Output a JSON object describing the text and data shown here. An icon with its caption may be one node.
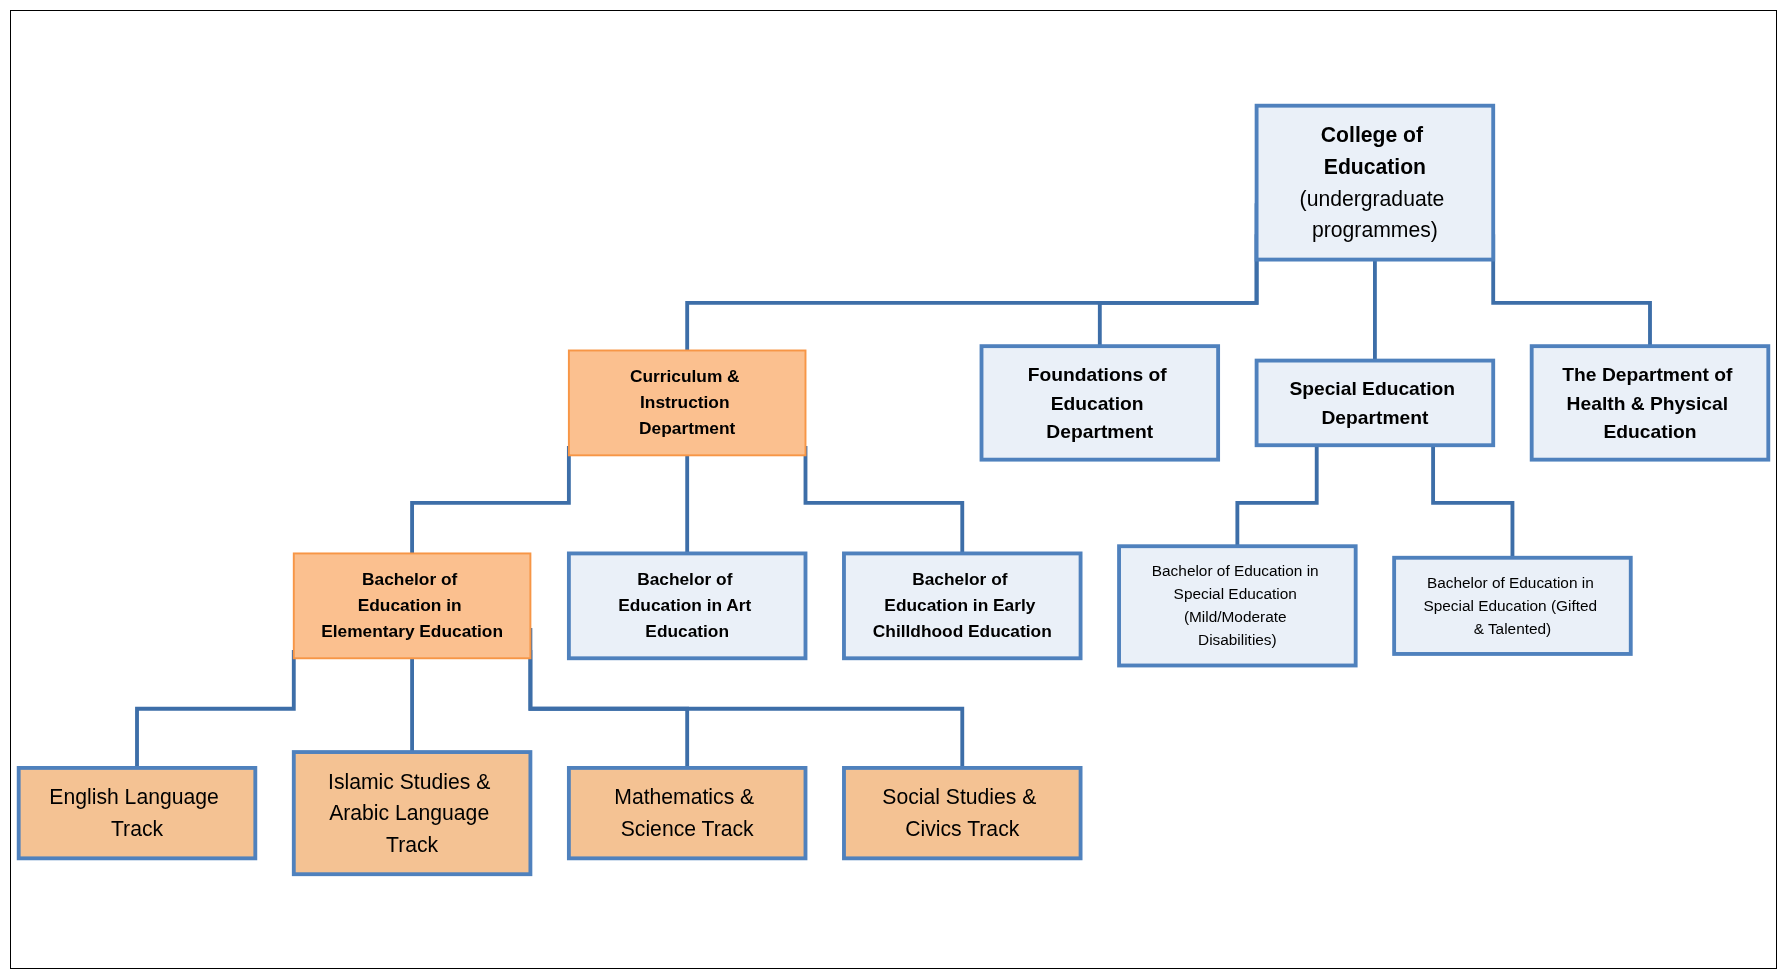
{
  "diagram": {
    "nodes": [
      {
        "text": [
          "College of Education",
          "(undergraduate programmes)"
        ]
      },
      {
        "text": [
          "Curriculum & Instruction Department"
        ]
      },
      {
        "text": [
          "Foundations of Education Department"
        ]
      },
      {
        "text": [
          "Special Education Department"
        ]
      },
      {
        "text": [
          "The Department of Health & Physical Education"
        ]
      },
      {
        "text": [
          "Bachelor of Education in Elementary Education"
        ]
      },
      {
        "text": [
          "Bachelor of Education in Art Education"
        ]
      },
      {
        "text": [
          "Bachelor of Education in Early Chilldhood Education"
        ]
      },
      {
        "text": [
          "Bachelor of Education in Special Education (Mild/Moderate Disabilities)"
        ]
      },
      {
        "text": [
          "Bachelor of Education in Special Education (Gifted & Talented)"
        ]
      },
      {
        "text": [
          "English Language Track"
        ]
      },
      {
        "text": [
          "Islamic Studies & Arabic Language Track"
        ]
      },
      {
        "text": [
          "Mathematics & Science Track"
        ]
      },
      {
        "text": [
          "Social Studies & Civics Track"
        ]
      }
    ],
    "edges": [
      {
        "from": 0,
        "to": 1,
        "arrow": "none"
      },
      {
        "from": 0,
        "to": 2,
        "arrow": "none"
      },
      {
        "from": 0,
        "to": 3,
        "arrow": "none"
      },
      {
        "from": 0,
        "to": 4,
        "arrow": "none"
      },
      {
        "from": 1,
        "to": 5,
        "arrow": "none"
      },
      {
        "from": 1,
        "to": 6,
        "arrow": "none"
      },
      {
        "from": 1,
        "to": 7,
        "arrow": "none"
      },
      {
        "from": 3,
        "to": 8,
        "arrow": "none"
      },
      {
        "from": 3,
        "to": 9,
        "arrow": "none"
      },
      {
        "from": 5,
        "to": 10,
        "arrow": "none"
      },
      {
        "from": 5,
        "to": 11,
        "arrow": "none"
      },
      {
        "from": 5,
        "to": 12,
        "arrow": "none"
      },
      {
        "from": 5,
        "to": 13,
        "arrow": "none"
      }
    ]
  }
}
